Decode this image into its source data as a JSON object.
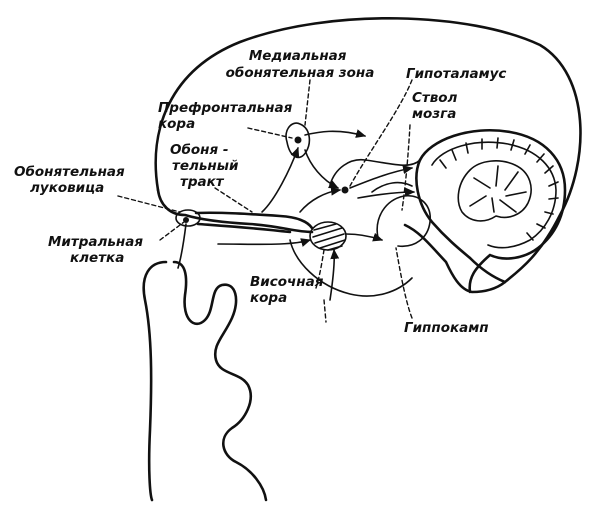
{
  "labels": {
    "medial_olfactory_zone": [
      "Медиальная",
      "обонятельная зона"
    ],
    "hypothalamus": [
      "Гипоталамус"
    ],
    "brainstem": [
      "Ствол",
      "мозга"
    ],
    "prefrontal_cortex": [
      "Префронтальная",
      "кора"
    ],
    "olfactory_tract": [
      "Обоня -",
      "тельный",
      "тракт"
    ],
    "olfactory_bulb": [
      "Обонятельная",
      "луковица"
    ],
    "mitral_cell": [
      "Митральная",
      "клетка"
    ],
    "temporal_cortex": [
      "Височная",
      "кора"
    ],
    "hippocampus": [
      "Гиппокамп"
    ]
  }
}
